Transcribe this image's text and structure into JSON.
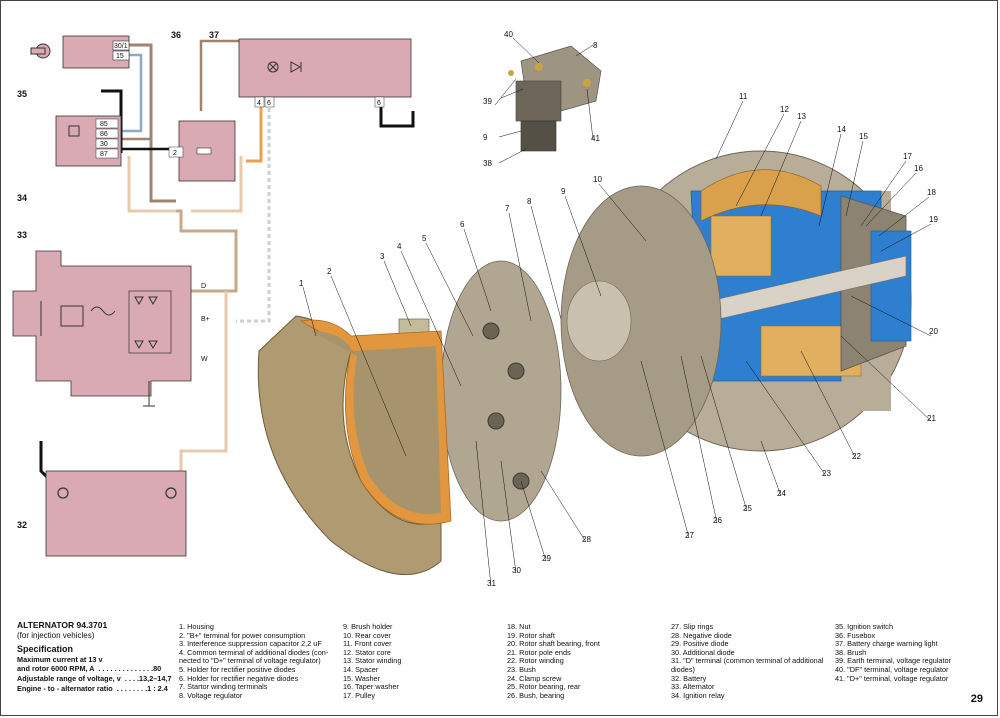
{
  "title": "ALTERNATOR 94.3701",
  "subtitle": "(for injection vehicles)",
  "specification": {
    "heading": "Specification",
    "lines": [
      "Maximum current at 13 v",
      "and rotor 6000 RPM, A  . . . . . . . . . . . . . .80",
      "Adjustable range of voltage, v  . . . .13,2–14,7",
      "Engine - to - alternator ratio  . . . . . . . .1 : 2.4"
    ]
  },
  "legend": [
    "1. Housing",
    "2. \"B+\" terminal for power consumption",
    "3. Interference suppression capacitor 2,2 uF",
    "4. Common terminal of additional diodes (con-",
    "    nected to \"D+\" terminal of voltage regulator)",
    "5. Holder for rectifier positive diodes",
    "6. Holder for rectifier negative diodes",
    "7. Startor winding terminals",
    "8. Voltage regulator",
    "9. Brush holder",
    "10. Rear cover",
    "11. Front cover",
    "12. Stator core",
    "13. Stator winding",
    "14. Spacer",
    "15. Washer",
    "16. Taper washer",
    "17. Pulley",
    "18. Nut",
    "19. Rotor shaft",
    "20. Rotor shaft bearing, front",
    "21. Rotor pole ends",
    "22. Rotor winding",
    "23. Bush",
    "24. Clamp screw",
    "25. Rotor bearing, rear",
    "26. Bush, bearing",
    "27. Slip rings",
    "28. Negative diode",
    "29. Positive diode",
    "30. Additional diode",
    "31. \"D\" terminal (common terminal of additional",
    "    diodes)",
    "32. Battery",
    "33. Alternator",
    "34. Ignition relay",
    "35. Ignition switch",
    "36. Fusebox",
    "37. Battery charge warning light",
    "38. Brush",
    "39. Earth terminal, voltage regulator",
    "40. \"DF\" terminal, voltage regulator",
    "41. \"D+\" terminal, voltage regulator"
  ],
  "page_number": "29",
  "blocks": {
    "switch": "35",
    "fusebox": "36",
    "warning_light": "37",
    "relay": "34",
    "alternator": "33",
    "battery": "32"
  },
  "terminals": {
    "switch": [
      "30/1",
      "15"
    ],
    "relay": [
      "85",
      "86",
      "30",
      "87"
    ],
    "fuse": "2",
    "lamp": [
      "4",
      "6"
    ],
    "lamp_out": "6",
    "alt_d": "D",
    "alt_b": "B+",
    "alt_w": "W"
  },
  "callouts": [
    "1",
    "2",
    "3",
    "4",
    "5",
    "6",
    "7",
    "8",
    "9",
    "10",
    "11",
    "12",
    "13",
    "14",
    "15",
    "16",
    "17",
    "18",
    "19",
    "20",
    "21",
    "22",
    "23",
    "24",
    "25",
    "26",
    "27",
    "28",
    "29",
    "30",
    "31",
    "38",
    "39",
    "40",
    "41"
  ],
  "colors": {
    "block_fill": "#d9aab4",
    "wire_brown": "#a0826d",
    "wire_orange": "#e8a050",
    "cutaway_blue": "#2e7fd0",
    "metal": "#b8ad98",
    "copper": "#e0b060"
  }
}
